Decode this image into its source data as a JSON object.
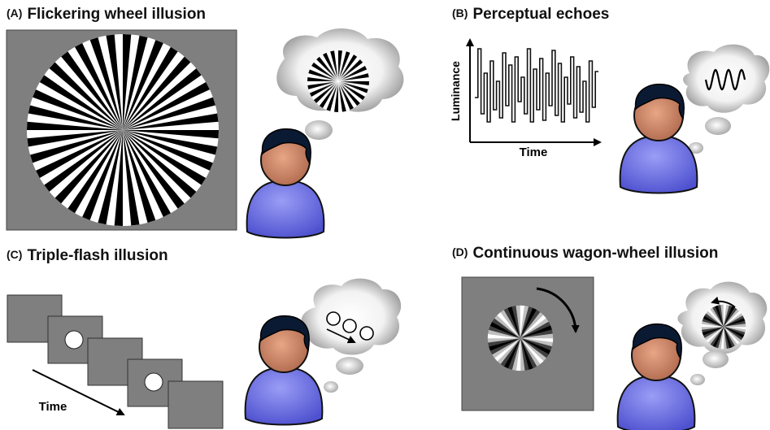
{
  "panels": {
    "A": {
      "tag": "(A)",
      "title": "Flickering wheel illusion"
    },
    "B": {
      "tag": "(B)",
      "title": "Perceptual echoes",
      "ylabel": "Luminance",
      "xlabel": "Time"
    },
    "C": {
      "tag": "(C)",
      "title": "Triple-flash illusion",
      "time_label": "Time"
    },
    "D": {
      "tag": "(D)",
      "title": "Continuous wagon-wheel illusion"
    }
  },
  "colors": {
    "stimulus_gray": "#7f7f7f",
    "skin": "#cf8a6a",
    "shirt": "#6f72e8",
    "hair": "#0b1a33"
  }
}
